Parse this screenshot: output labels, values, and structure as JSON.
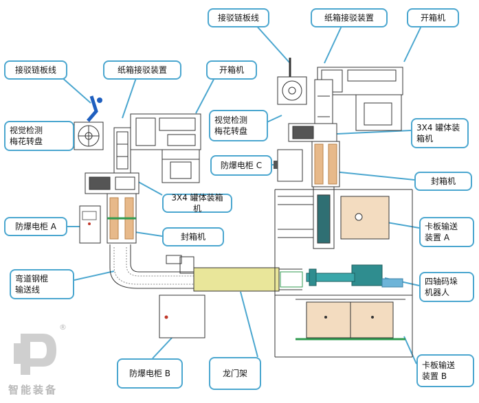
{
  "labels": {
    "left_chain": "接驳链板线",
    "left_carton": "纸箱接驳装置",
    "left_opener": "开箱机",
    "left_vision": "视觉检测\n梅花转盘",
    "left_packer": "3X4 罐体装箱机",
    "left_sealer": "封箱机",
    "cabinet_a": "防爆电柜 A",
    "curve_conveyor": "弯道钢棍\n输送线",
    "cabinet_b": "防爆电柜 B",
    "gantry": "龙门架",
    "right_chain": "接驳链板线",
    "right_carton": "纸箱接驳装置",
    "right_opener": "开箱机",
    "right_vision": "视觉检测\n梅花转盘",
    "right_packer": "3X4 罐体装\n箱机",
    "cabinet_c": "防爆电柜 C",
    "right_sealer": "封箱机",
    "pallet_a": "卡板输送\n装置 A",
    "robot": "四轴码垛\n机器人",
    "pallet_b": "卡板输送\n装置 B"
  },
  "brand": {
    "name": "智能装备",
    "mark": "®"
  },
  "colors": {
    "callout_border": "#4aa6cf",
    "machine_line": "#333333",
    "cabinet_red": "#c0392b",
    "wood": "#f3dcc0",
    "robot": "#2f8d8f",
    "yellow": "#e9e69a",
    "green": "#2f9a4f"
  }
}
